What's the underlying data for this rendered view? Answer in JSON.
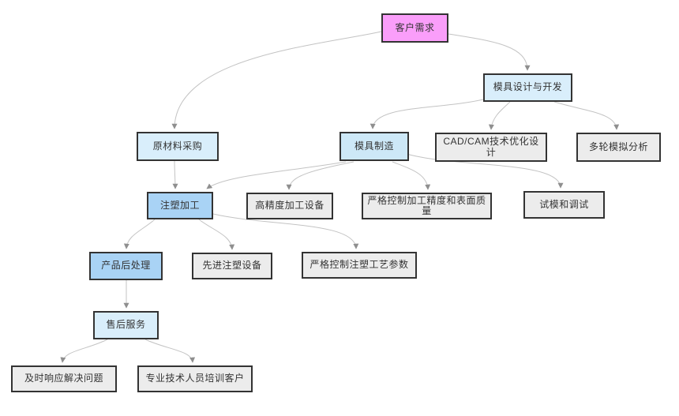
{
  "diagram": {
    "type": "flowchart",
    "direction": "top-down",
    "background": "#ffffff",
    "edge_color": "#c3c3c3",
    "arrow_color": "#8f8f8f",
    "border_color": "#333333",
    "text_color": "#333333",
    "nodes": [
      {
        "id": "customer-demand",
        "label": "客户需求",
        "fill": "#fa9efa"
      },
      {
        "id": "mold-design",
        "label": "模具设计与开发",
        "fill": "#d9eefb"
      },
      {
        "id": "raw-material",
        "label": "原材料采购",
        "fill": "#d9eefb"
      },
      {
        "id": "mold-manufacturing",
        "label": "模具制造",
        "fill": "#cde8f7"
      },
      {
        "id": "cad-cam",
        "label": "CAD/CAM技术优化设计",
        "fill": "#ececec"
      },
      {
        "id": "simulation",
        "label": "多轮模拟分析",
        "fill": "#ececec"
      },
      {
        "id": "injection-molding",
        "label": "注塑加工",
        "fill": "#a9d3f5"
      },
      {
        "id": "high-precision-equipment",
        "label": "高精度加工设备",
        "fill": "#ececec"
      },
      {
        "id": "strict-precision-quality",
        "label": "严格控制加工精度和表面质量",
        "fill": "#ececec"
      },
      {
        "id": "mold-trial",
        "label": "试模和调试",
        "fill": "#ececec"
      },
      {
        "id": "post-processing",
        "label": "产品后处理",
        "fill": "#a9d3f5"
      },
      {
        "id": "advanced-equipment",
        "label": "先进注塑设备",
        "fill": "#ececec"
      },
      {
        "id": "strict-process-params",
        "label": "严格控制注塑工艺参数",
        "fill": "#ececec"
      },
      {
        "id": "after-sales",
        "label": "售后服务",
        "fill": "#d9eefb"
      },
      {
        "id": "timely-response",
        "label": "及时响应解决问题",
        "fill": "#ececec"
      },
      {
        "id": "training-customers",
        "label": "专业技术人员培训客户",
        "fill": "#ececec"
      }
    ],
    "edges": [
      {
        "from": "customer-demand",
        "to": "raw-material"
      },
      {
        "from": "customer-demand",
        "to": "mold-design"
      },
      {
        "from": "mold-design",
        "to": "mold-manufacturing"
      },
      {
        "from": "mold-design",
        "to": "cad-cam"
      },
      {
        "from": "mold-design",
        "to": "simulation"
      },
      {
        "from": "raw-material",
        "to": "injection-molding"
      },
      {
        "from": "mold-manufacturing",
        "to": "injection-molding"
      },
      {
        "from": "mold-manufacturing",
        "to": "high-precision-equipment"
      },
      {
        "from": "mold-manufacturing",
        "to": "strict-precision-quality"
      },
      {
        "from": "mold-manufacturing",
        "to": "mold-trial"
      },
      {
        "from": "injection-molding",
        "to": "post-processing"
      },
      {
        "from": "injection-molding",
        "to": "advanced-equipment"
      },
      {
        "from": "injection-molding",
        "to": "strict-process-params"
      },
      {
        "from": "post-processing",
        "to": "after-sales"
      },
      {
        "from": "after-sales",
        "to": "timely-response"
      },
      {
        "from": "after-sales",
        "to": "training-customers"
      }
    ]
  }
}
